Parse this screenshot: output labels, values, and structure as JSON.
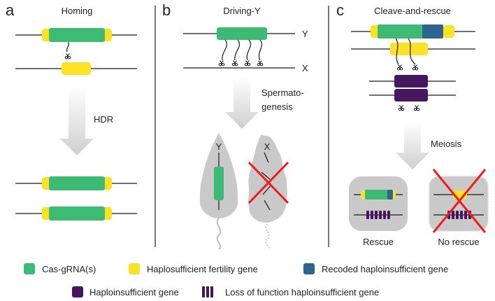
{
  "colors": {
    "cas": "#3dba74",
    "fertility": "#fbe225",
    "recoded": "#2e6490",
    "haploinsufficient": "#46175e",
    "chrom": "#1a1a1a",
    "arrow": "#d9d9d9",
    "cross": "#ee1c1c",
    "cell": "#c9c9c9"
  },
  "panels": {
    "a": {
      "letter": "a",
      "title": "Homing",
      "step": "HDR"
    },
    "b": {
      "letter": "b",
      "title": "Driving-Y",
      "chrom_y": "Y",
      "chrom_x": "X",
      "step_line1": "Spermato-",
      "step_line2": "genesis",
      "sperm_y": "Y",
      "sperm_x": "X"
    },
    "c": {
      "letter": "c",
      "title": "Cleave-and-rescue",
      "step": "Meiosis",
      "outcome_rescue": "Rescue",
      "outcome_no_rescue": "No rescue"
    }
  },
  "legend": [
    {
      "label": "Cas-gRNA(s)",
      "swatch": "cas"
    },
    {
      "label": "Haplosufficient fertility gene",
      "swatch": "fertility"
    },
    {
      "label": "Recoded haploinsufficient gene",
      "swatch": "recoded"
    },
    {
      "label": "Haploinsufficient gene",
      "swatch": "haploinsufficient"
    },
    {
      "label": "Loss of function haploinsufficient gene",
      "swatch": "lof"
    }
  ]
}
